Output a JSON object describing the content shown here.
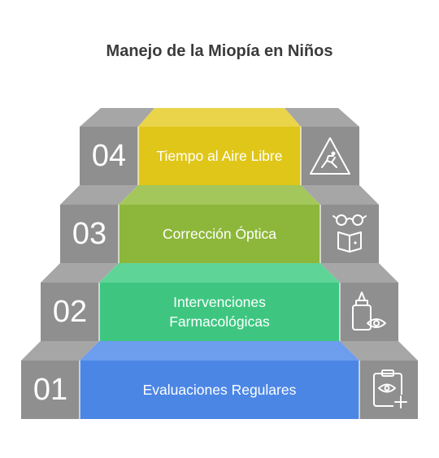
{
  "title": "Manejo de la Miopía en Niños",
  "steps": [
    {
      "number": "01",
      "label": "Evaluaciones Regulares",
      "color": "#4b86e5",
      "icon": "clipboard-eye-plus-icon"
    },
    {
      "number": "02",
      "label": "Intervenciones Farmacológicas",
      "color": "#3ec681",
      "icon": "eye-drops-icon"
    },
    {
      "number": "03",
      "label": "Corrección Óptica",
      "color": "#8db73a",
      "icon": "glasses-book-icon"
    },
    {
      "number": "04",
      "label": "Tiempo al Aire Libre",
      "color": "#e0c619",
      "icon": "outdoor-warning-icon"
    }
  ],
  "colors": {
    "side": "#8f8f8f",
    "side_top": "#a6a6a6",
    "text": "#ffffff"
  }
}
